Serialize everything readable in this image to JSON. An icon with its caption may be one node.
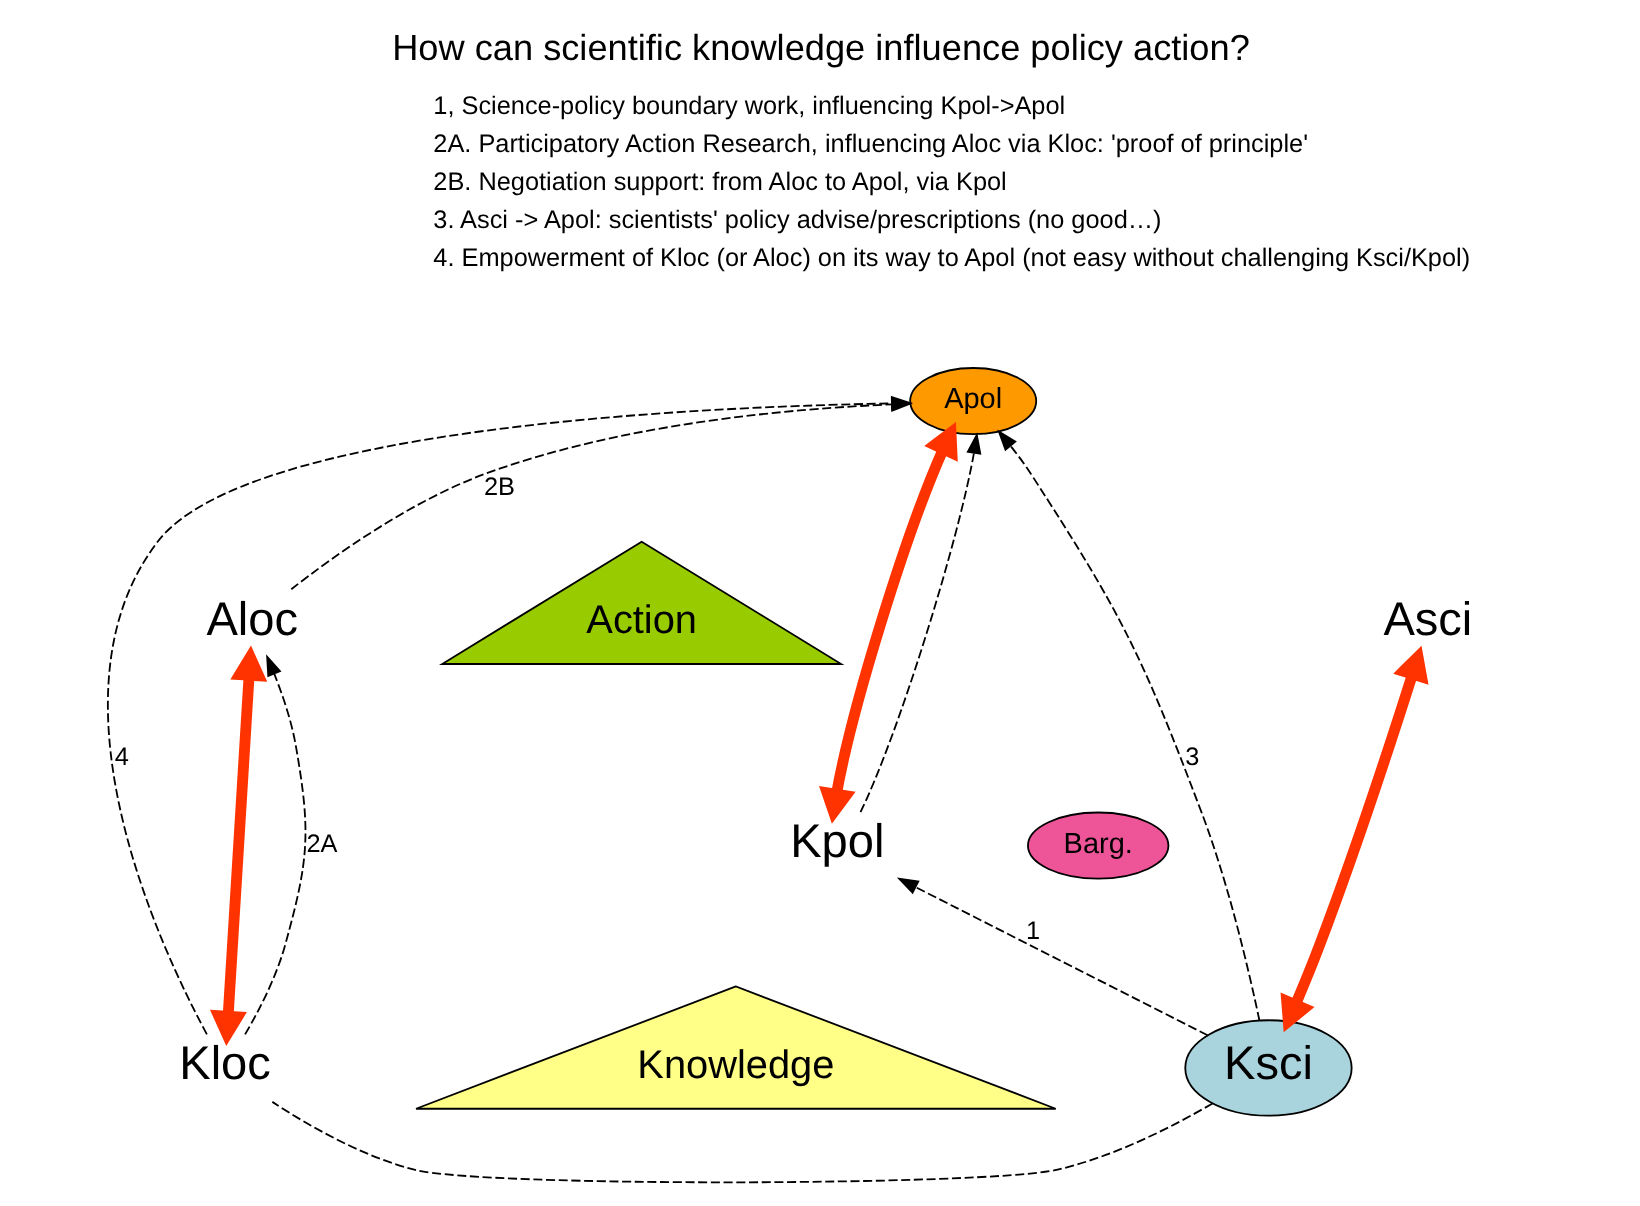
{
  "diagram": {
    "title": "How can scientific knowledge influence policy action?",
    "nodes": [
      {
        "text": [
          "Apol"
        ]
      },
      {
        "text": [
          "Aloc"
        ]
      },
      {
        "text": [
          "Action"
        ]
      },
      {
        "text": [
          "Asci"
        ]
      },
      {
        "text": [
          "Kpol"
        ]
      },
      {
        "text": [
          "Barg."
        ]
      },
      {
        "text": [
          "Kloc"
        ]
      },
      {
        "text": [
          "Knowledge"
        ]
      },
      {
        "text": [
          "Ksci"
        ]
      }
    ],
    "edges": [
      {
        "from": 4,
        "to": 0,
        "arrow": "both",
        "style": "thick",
        "color": "#ff3300"
      },
      {
        "from": 6,
        "to": 1,
        "arrow": "both",
        "style": "thick",
        "color": "#ff3300"
      },
      {
        "from": 8,
        "to": 3,
        "arrow": "both",
        "style": "thick",
        "color": "#ff3300"
      },
      {
        "from": 8,
        "to": 0,
        "arrow": "to",
        "label": "3",
        "style": "dashed"
      },
      {
        "from": 1,
        "to": 0,
        "arrow": "to",
        "label": "2B",
        "style": "dashed"
      },
      {
        "from": 8,
        "to": 4,
        "arrow": "to",
        "label": "1",
        "style": "dashed"
      },
      {
        "from": 4,
        "to": 0,
        "arrow": "to",
        "style": "dashed"
      },
      {
        "from": 8,
        "to": 6,
        "arrow": "none",
        "style": "dashed"
      },
      {
        "from": 6,
        "to": 1,
        "arrow": "to",
        "label": "2A",
        "style": "dashed"
      },
      {
        "from": 6,
        "to": 0,
        "arrow": "to",
        "label": "4",
        "style": "dashed"
      }
    ],
    "labels": [
      "1, Science-policy boundary work, influencing Kpol->Apol",
      "2A. Participatory Action Research, influencing Aloc via Kloc: 'proof of principle'",
      "2B. Negotiation support: from Aloc to Apol, via Kpol",
      "3. Asci -> Apol: scientists' policy advise/prescriptions (no good…)",
      "4. Empowerment of Kloc (or Aloc) on its way to Apol (not easy without challenging Ksci/Kpol)"
    ]
  }
}
